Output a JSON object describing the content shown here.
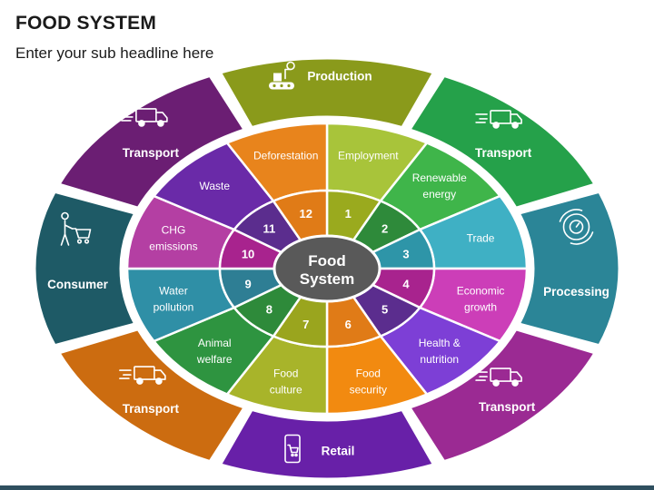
{
  "header": {
    "title": "FOOD SYSTEM",
    "subtitle": "Enter your sub headline here"
  },
  "center": {
    "line1": "Food",
    "line2": "System"
  },
  "colors": {
    "center": "#595959",
    "ring_inner": "#7f7f7f",
    "inner_ring_segments": [
      "#9aaa1e",
      "#2e8a3a",
      "#2e95a8",
      "#a8238e",
      "#5b2d8e",
      "#e07b17",
      "#9aa51e",
      "#2e8a3a",
      "#2e7e94",
      "#a8238e",
      "#5b2d8e",
      "#e07b17"
    ]
  },
  "inner_segments": [
    {
      "num": "1",
      "label": [
        "Employment"
      ],
      "color": "#a8c43a"
    },
    {
      "num": "2",
      "label": [
        "Renewable",
        "energy"
      ],
      "color": "#3fb54a"
    },
    {
      "num": "3",
      "label": [
        "Trade"
      ],
      "color": "#3fb0c4"
    },
    {
      "num": "4",
      "label": [
        "Economic",
        "growth"
      ],
      "color": "#cc3eb8"
    },
    {
      "num": "5",
      "label": [
        "Health &",
        "nutrition"
      ],
      "color": "#7d3fd6"
    },
    {
      "num": "6",
      "label": [
        "Food",
        "security"
      ],
      "color": "#f28a10"
    },
    {
      "num": "7",
      "label": [
        "Food",
        "culture"
      ],
      "color": "#a8b42a"
    },
    {
      "num": "8",
      "label": [
        "Animal",
        "welfare"
      ],
      "color": "#2e9440"
    },
    {
      "num": "9",
      "label": [
        "Water",
        "pollution"
      ],
      "color": "#2f8fa6"
    },
    {
      "num": "10",
      "label": [
        "CHG",
        "emissions"
      ],
      "color": "#b43fa3"
    },
    {
      "num": "11",
      "label": [
        "Waste"
      ],
      "color": "#6a2aa8"
    },
    {
      "num": "12",
      "label": [
        "Deforestation"
      ],
      "color": "#e8841c"
    }
  ],
  "outer_segments": [
    {
      "label": "Production",
      "icon": "factory-conveyor-icon",
      "color": "#8a9a1b"
    },
    {
      "label": "Transport",
      "icon": "delivery-truck-icon",
      "color": "#25a14a"
    },
    {
      "label": "Processing",
      "icon": "processing-gear-icon",
      "color": "#2b8597"
    },
    {
      "label": "Transport",
      "icon": "delivery-truck-icon",
      "color": "#9b2a93"
    },
    {
      "label": "Retail",
      "icon": "mobile-cart-icon",
      "color": "#6820a8"
    },
    {
      "label": "Transport",
      "icon": "delivery-truck-icon",
      "color": "#cc6c10"
    },
    {
      "label": "Consumer",
      "icon": "shopper-cart-icon",
      "color": "#1e5a66"
    },
    {
      "label": "Transport",
      "icon": "delivery-truck-icon",
      "color": "#6b1e73"
    }
  ]
}
